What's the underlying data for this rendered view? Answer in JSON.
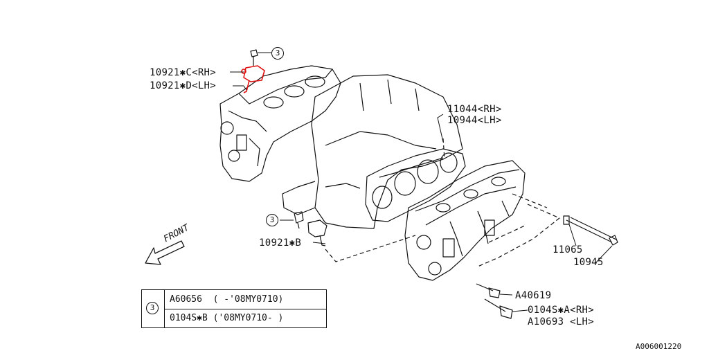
{
  "callouts": {
    "sensor_rh": "10921✱C<RH>",
    "sensor_lh": "10921✱D<LH>",
    "gasket_rh": "11044<RH>",
    "gasket_lh": "10944<LH>",
    "sensor_b": "10921✱B",
    "part_11065": "11065",
    "part_10945": "10945",
    "part_a40619": "A40619",
    "bolt_rh": "0104S✱A<RH>",
    "bolt_lh": "A10693 <LH>",
    "ref_mark": "3"
  },
  "front": {
    "label": "FRONT"
  },
  "legend": {
    "ref": "3",
    "rows": [
      {
        "text": "A60656  ( -'08MY0710)"
      },
      {
        "text": "0104S✱B ('08MY0710- )"
      }
    ]
  },
  "footer": {
    "code": "A006001220"
  },
  "colors": {
    "line": "#111111",
    "highlight": "#e01010"
  }
}
